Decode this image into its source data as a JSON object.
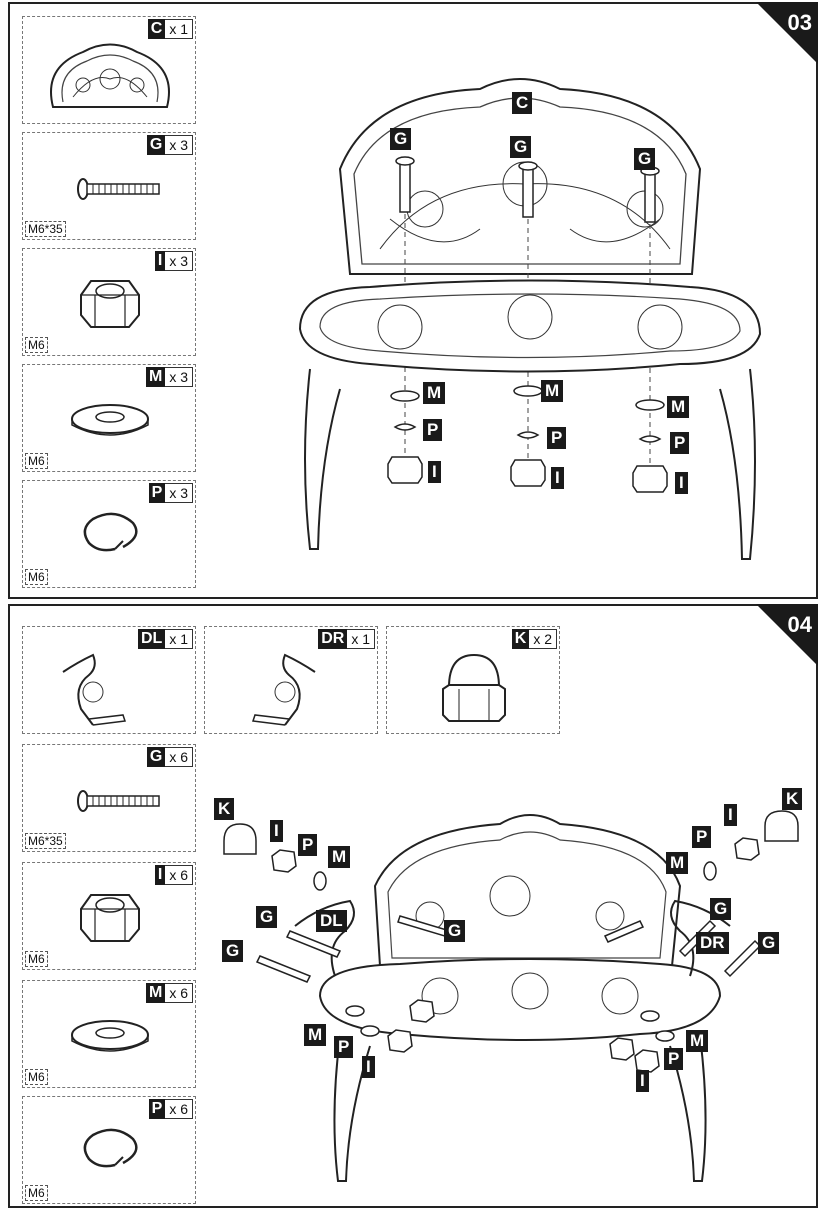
{
  "step3": {
    "number": "03",
    "parts": [
      {
        "label": "C",
        "qty": "x 1",
        "spec": ""
      },
      {
        "label": "G",
        "qty": "x 3",
        "spec": "M6*35"
      },
      {
        "label": "I",
        "qty": "x 3",
        "spec": "M6"
      },
      {
        "label": "M",
        "qty": "x 3",
        "spec": "M6"
      },
      {
        "label": "P",
        "qty": "x 3",
        "spec": "M6"
      }
    ],
    "callouts": {
      "c": "C",
      "g1": "G",
      "g2": "G",
      "g3": "G",
      "m1": "M",
      "m2": "M",
      "m3": "M",
      "p1": "P",
      "p2": "P",
      "p3": "P",
      "i1": "I",
      "i2": "I",
      "i3": "I"
    }
  },
  "step4": {
    "number": "04",
    "parts": [
      {
        "label": "DL",
        "qty": "x 1",
        "spec": ""
      },
      {
        "label": "DR",
        "qty": "x 1",
        "spec": ""
      },
      {
        "label": "K",
        "qty": "x 2",
        "spec": ""
      },
      {
        "label": "G",
        "qty": "x 6",
        "spec": "M6*35"
      },
      {
        "label": "I",
        "qty": "x 6",
        "spec": "M6"
      },
      {
        "label": "M",
        "qty": "x 6",
        "spec": "M6"
      },
      {
        "label": "P",
        "qty": "x 6",
        "spec": "M6"
      }
    ],
    "callouts": {
      "kl": "K",
      "il": "I",
      "pl": "P",
      "ml": "M",
      "gl1": "G",
      "dl": "DL",
      "gl2": "G",
      "gc1": "G",
      "mlb": "M",
      "plb": "P",
      "ilb": "I",
      "kr": "K",
      "ir": "I",
      "pr": "P",
      "mr": "M",
      "gr1": "G",
      "dr": "DR",
      "gr2": "G",
      "mrb": "M",
      "prb": "P",
      "irb": "I"
    }
  }
}
